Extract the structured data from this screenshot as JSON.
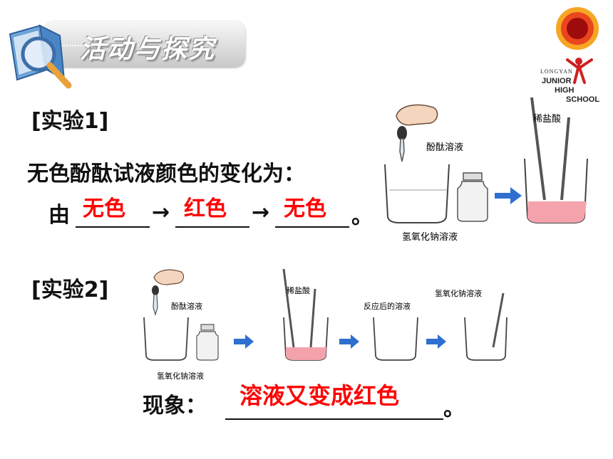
{
  "header": {
    "title": "活动与探究"
  },
  "logo": {
    "line1": "LONGYAN",
    "line2": "JUNIOR",
    "line3": "HIGH",
    "line4": "SCHOOL"
  },
  "experiment1": {
    "label": "[实验1]",
    "question": "无色酚酞试液颜色的变化为：",
    "prefix": "由",
    "arrow1": "→",
    "arrow2": "→",
    "end": "。",
    "answers": [
      "无色",
      "红色",
      "无色"
    ],
    "figure_labels": {
      "phenolphthalein": "酚酞溶液",
      "hydrochloric_acid": "稀盐酸",
      "sodium_hydroxide": "氢氧化钠溶液"
    }
  },
  "experiment2": {
    "label": "[实验2]",
    "figure_labels": {
      "phenolphthalein": "酚酞溶液",
      "sodium_hydroxide": "氢氧化钠溶液",
      "hydrochloric_acid": "稀盐酸",
      "after_reaction": "反应后的溶液",
      "sodium_hydroxide_2": "氢氧化钠溶液"
    },
    "phenomenon_label": "现象：",
    "phenomenon_answer": "溶液又变成红色",
    "end": "。"
  },
  "colors": {
    "answer": "#ff0000",
    "pink_solution": "#f4a3ad",
    "arrow_blue": "#2e6fd0"
  }
}
